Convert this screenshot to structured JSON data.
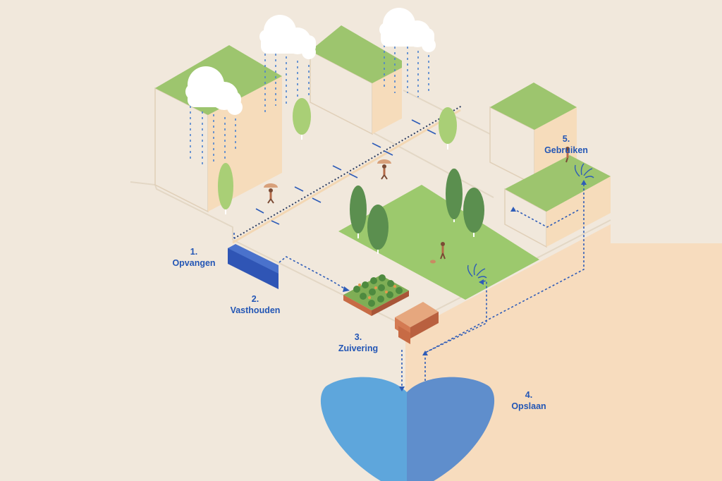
{
  "steps": [
    {
      "number": "1.",
      "label": "Opvangen"
    },
    {
      "number": "2.",
      "label": "Vasthouden"
    },
    {
      "number": "3.",
      "label": "Zuivering"
    },
    {
      "number": "4.",
      "label": "Opslaan"
    },
    {
      "number": "5.",
      "label": "Gebruiken"
    }
  ],
  "colors": {
    "background": "#f1e8dc",
    "ground_outline": "#e2d6c4",
    "building_wall": "#f6dcbb",
    "roof_green": "#9dc56e",
    "park_green": "#9cc96d",
    "tree_dark": "#5b8f4f",
    "tree_light": "#a9cf76",
    "rain_blue": "#4b82d0",
    "arrow_blue": "#2e5cb8",
    "tank_blue": "#2f55b5",
    "reservoir_left": "#5ea6dc",
    "reservoir_right": "#5f8ecc",
    "planter_brick": "#d47a52",
    "label_blue": "#2356b5"
  },
  "icons": [
    "cloud-icon",
    "tree-icon",
    "person-with-umbrella-icon",
    "sprinkler-icon",
    "dog-walker-icon"
  ]
}
